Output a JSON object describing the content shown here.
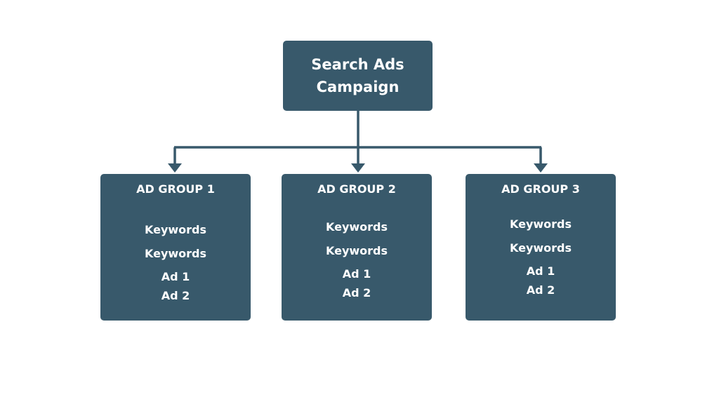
{
  "campaign": {
    "title_line1": "Search Ads",
    "title_line2": "Campaign"
  },
  "ad_groups": [
    {
      "title": "AD GROUP 1",
      "keywords": [
        "Keywords",
        "Keywords"
      ],
      "ads": [
        "Ad 1",
        "Ad 2"
      ]
    },
    {
      "title": "AD GROUP 2",
      "keywords": [
        "Keywords",
        "Keywords"
      ],
      "ads": [
        "Ad 1",
        "Ad 2"
      ]
    },
    {
      "title": "AD GROUP 3",
      "keywords": [
        "Keywords",
        "Keywords"
      ],
      "ads": [
        "Ad 1",
        "Ad 2"
      ]
    }
  ],
  "colors": {
    "box_fill": "#38596b",
    "connector": "#38596b",
    "text": "#ffffff",
    "background": "#ffffff"
  }
}
